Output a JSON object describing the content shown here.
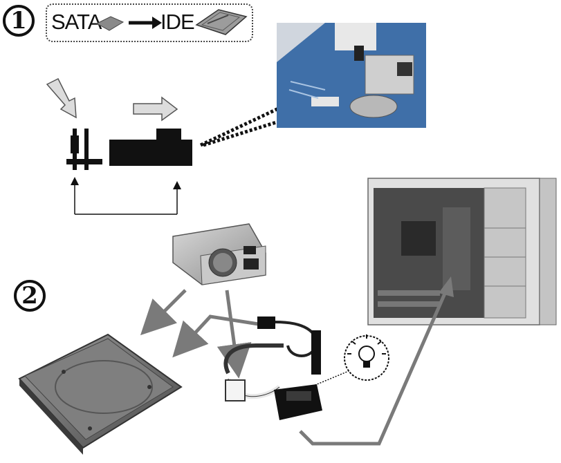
{
  "step1": {
    "number": "1",
    "mode_from": "SATA",
    "mode_to": "IDE"
  },
  "step2": {
    "number": "2"
  },
  "colors": {
    "ink": "#111111",
    "arrow_gray": "#7a7a7a",
    "board_blue": "#3f6fa8"
  }
}
